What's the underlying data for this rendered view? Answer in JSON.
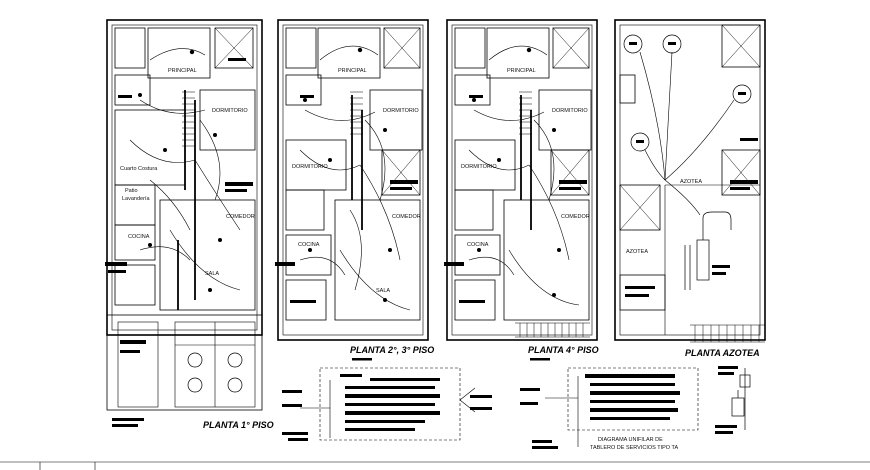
{
  "drawing": {
    "plans": [
      {
        "title": "PLANTA 1° PISO",
        "rooms": [
          "PRINCIPAL",
          "DORMITORIO",
          "Cuarto Costura",
          "Patio",
          "Lavandería",
          "COCINA",
          "COMEDOR",
          "SALA"
        ]
      },
      {
        "title": "PLANTA 2°, 3° PISO",
        "rooms": [
          "PRINCIPAL",
          "DORMITORIO",
          "DORMITORIO",
          "COCINA",
          "COMEDOR",
          "SALA"
        ]
      },
      {
        "title": "PLANTA 4° PISO",
        "rooms": [
          "PRINCIPAL",
          "DORMITORIO",
          "DORMITORIO",
          "COCINA",
          "COMEDOR"
        ]
      },
      {
        "title": "PLANTA AZOTEA",
        "rooms": [
          "AZOTEA",
          "AZOTEA"
        ]
      }
    ],
    "diagram_caption": [
      "DIAGRAMA UNIFILAR DE",
      "TABLERO DE SERVICIOS TIPO TA"
    ]
  }
}
